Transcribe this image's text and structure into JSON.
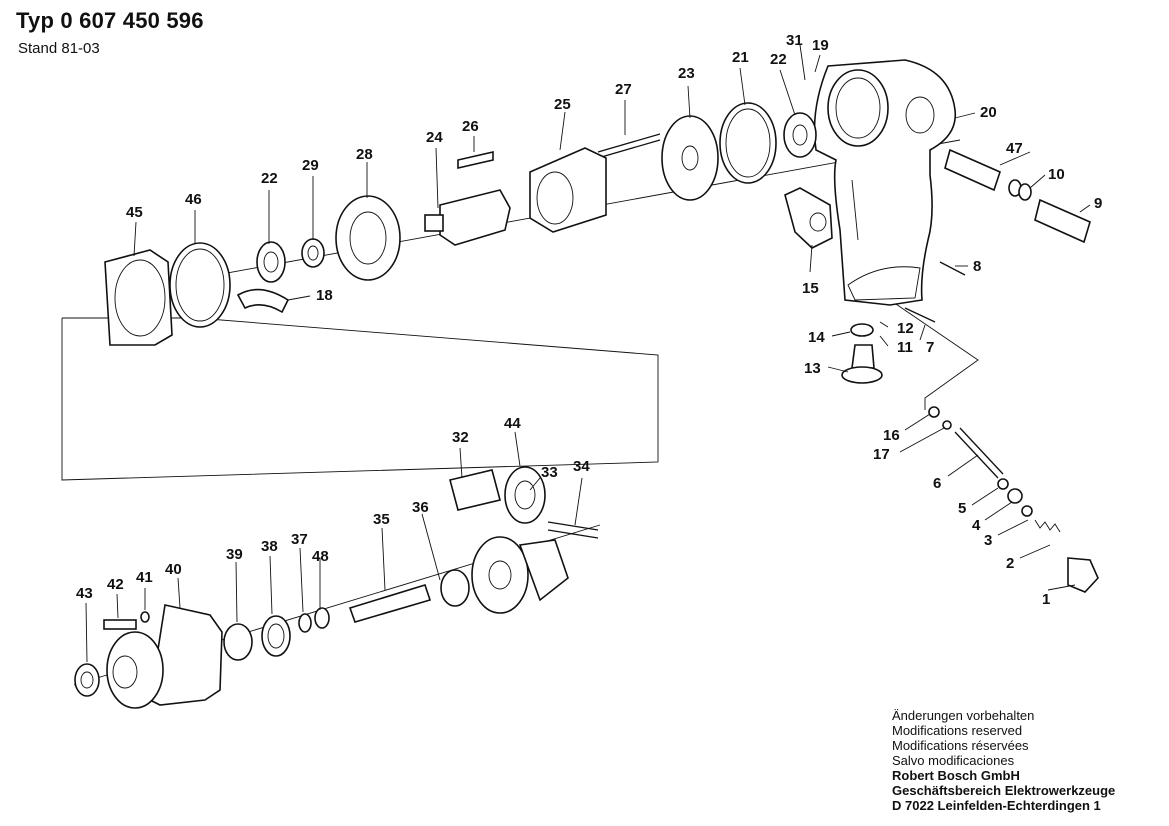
{
  "header": {
    "title": "Typ 0 607 450 596",
    "subtitle": "Stand 81-03"
  },
  "part_labels": {
    "p1": "1",
    "p2": "2",
    "p3": "3",
    "p4": "4",
    "p5": "5",
    "p6": "6",
    "p7": "7",
    "p8": "8",
    "p9": "9",
    "p10": "10",
    "p11": "11",
    "p12": "12",
    "p13": "13",
    "p14": "14",
    "p15": "15",
    "p16": "16",
    "p17": "17",
    "p18": "18",
    "p19": "19",
    "p20": "20",
    "p21": "21",
    "p22a": "22",
    "p22b": "22",
    "p23": "23",
    "p24": "24",
    "p25": "25",
    "p26": "26",
    "p27": "27",
    "p28": "28",
    "p29": "29",
    "p31": "31",
    "p32": "32",
    "p33": "33",
    "p34": "34",
    "p35": "35",
    "p36": "36",
    "p37": "37",
    "p38": "38",
    "p39": "39",
    "p40": "40",
    "p41": "41",
    "p42": "42",
    "p43": "43",
    "p44": "44",
    "p45": "45",
    "p46": "46",
    "p47": "47",
    "p48": "48"
  },
  "notes": {
    "line1": "Änderungen vorbehalten",
    "line2": "Modifications reserved",
    "line3": "Modifications réservées",
    "line4": "Salvo modificaciones",
    "company": "Robert Bosch GmbH",
    "division": "Geschäftsbereich Elektrowerkzeuge",
    "address": "D 7022 Leinfelden-Echterdingen 1"
  }
}
